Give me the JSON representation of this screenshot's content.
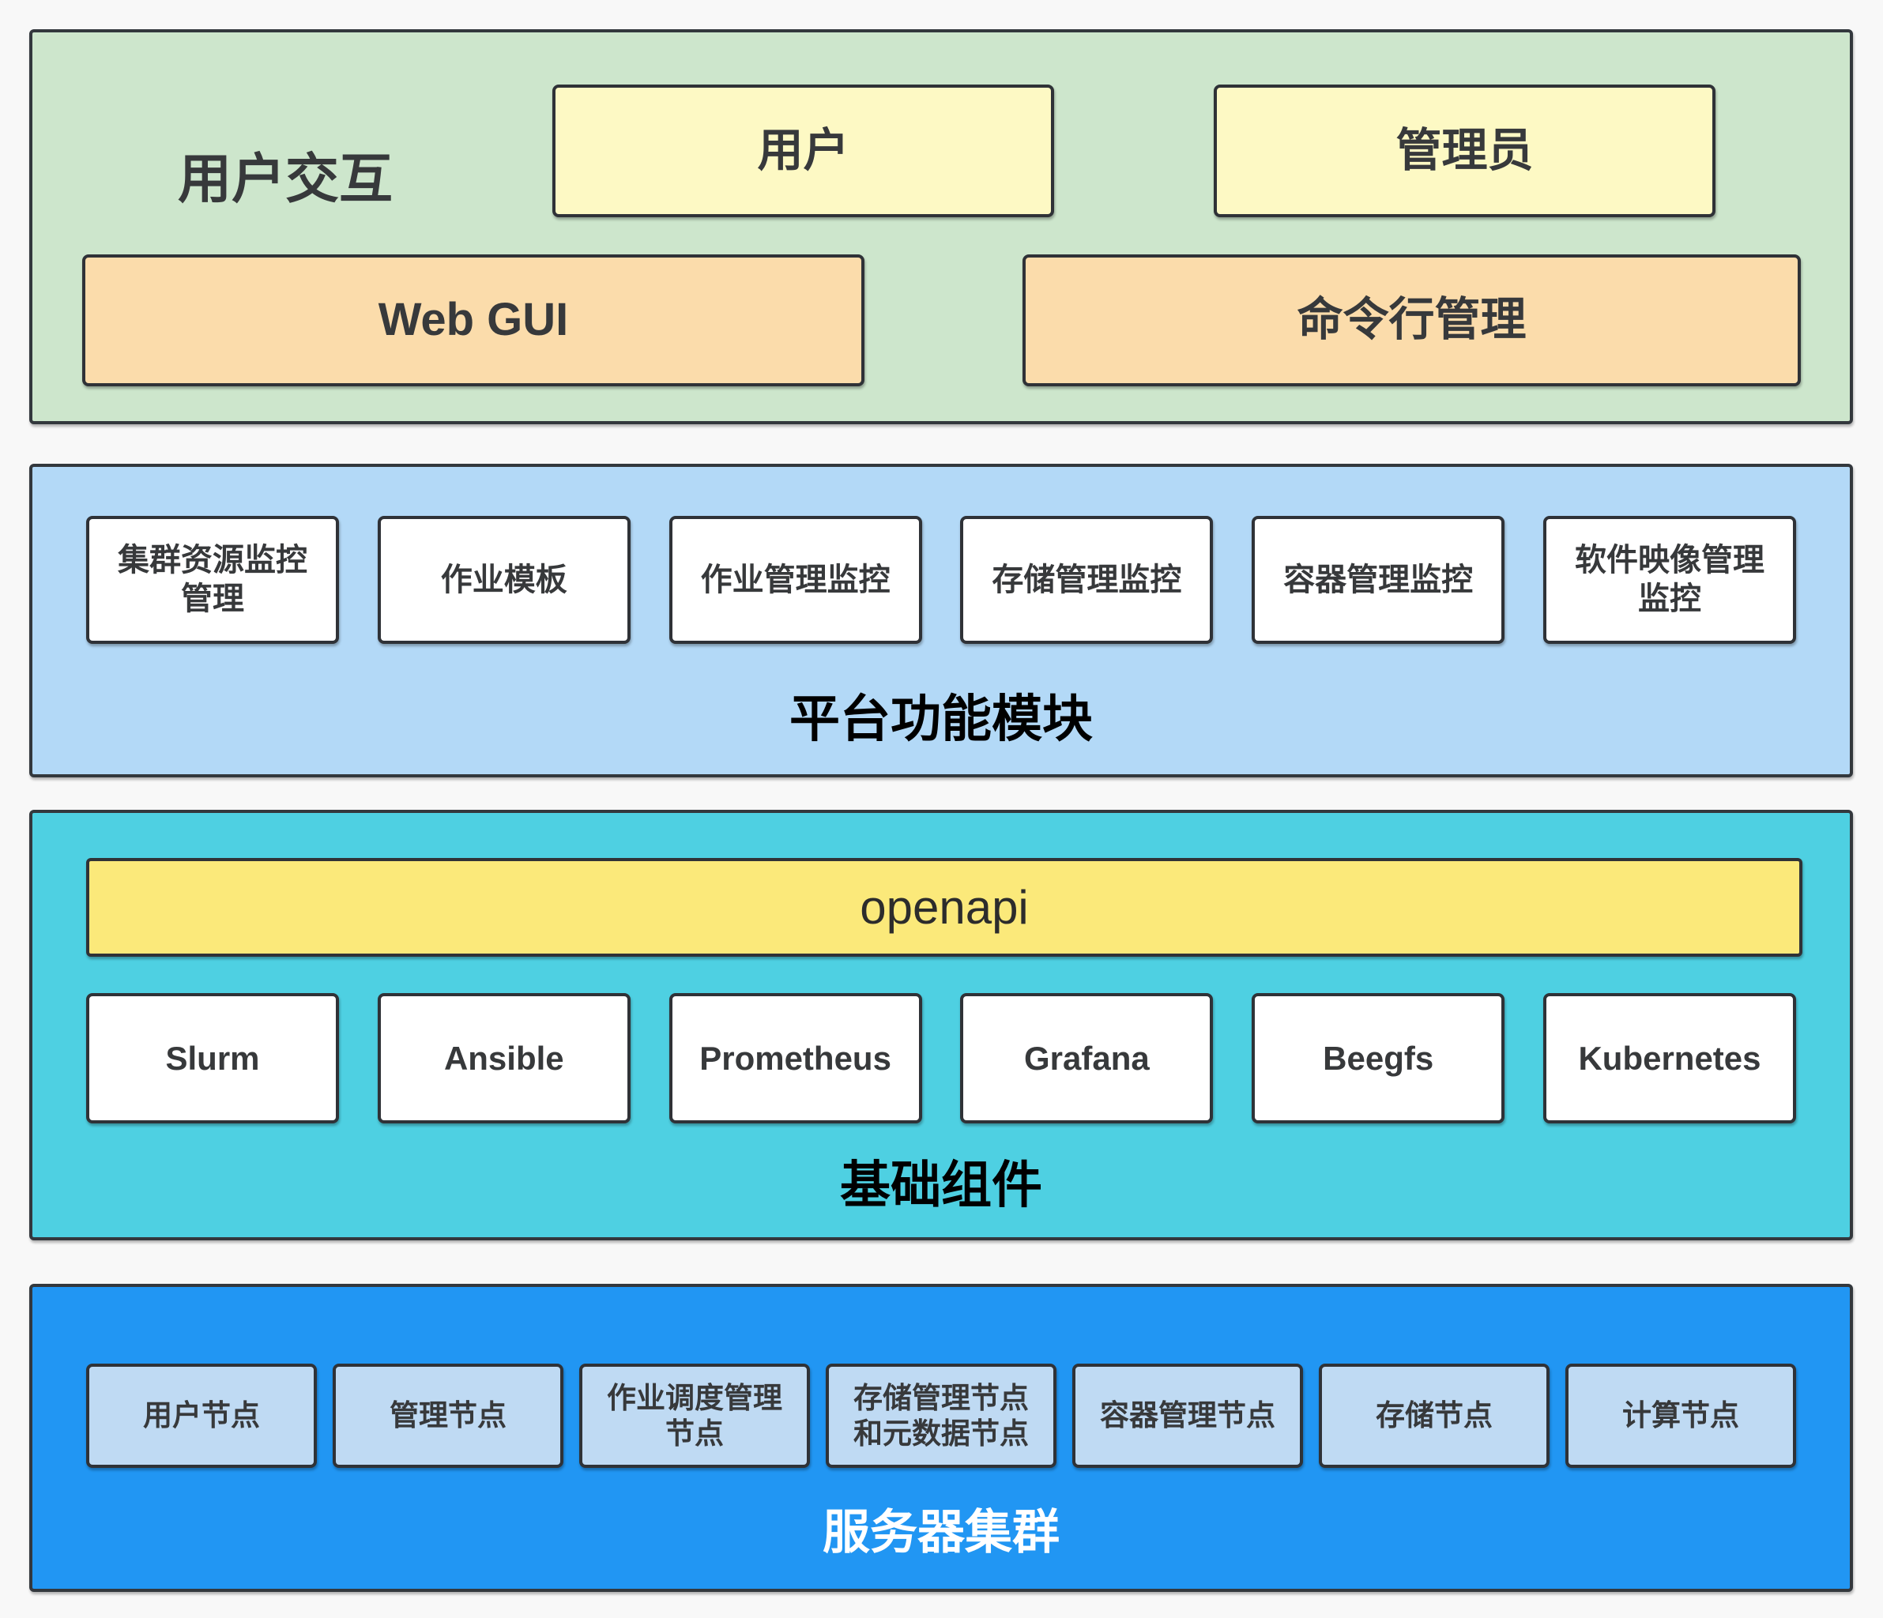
{
  "palette": {
    "page_bg": "#f8f8f8",
    "layer1_bg": "#cde6cc",
    "layer2_bg": "#b3d9f7",
    "layer3_bg": "#4ed0e2",
    "layer4_bg": "#2196f3",
    "user_box": "#fdf9c4",
    "gui_box": "#fbdcab",
    "api_bar": "#fbe97a",
    "node_box": "#bfdaf3",
    "module_box": "#ffffff",
    "border": "#2f3237",
    "text_dark": "#37393b",
    "text_white": "#ffffff"
  },
  "layers": {
    "user_interaction": {
      "label": "用户交互",
      "boxes": {
        "user": "用户",
        "admin": "管理员",
        "web_gui": "Web GUI",
        "cli": "命令行管理"
      }
    },
    "platform_modules": {
      "label": "平台功能模块",
      "boxes": [
        "集群资源监控\n管理",
        "作业模板",
        "作业管理监控",
        "存储管理监控",
        "容器管理监控",
        "软件映像管理\n监控"
      ]
    },
    "base_components": {
      "label": "基础组件",
      "api_bar": "openapi",
      "boxes": [
        "Slurm",
        "Ansible",
        "Prometheus",
        "Grafana",
        "Beegfs",
        "Kubernetes"
      ]
    },
    "server_cluster": {
      "label": "服务器集群",
      "boxes": [
        "用户节点",
        "管理节点",
        "作业调度管理\n节点",
        "存储管理节点\n和元数据节点",
        "容器管理节点",
        "存储节点",
        "计算节点"
      ]
    }
  }
}
